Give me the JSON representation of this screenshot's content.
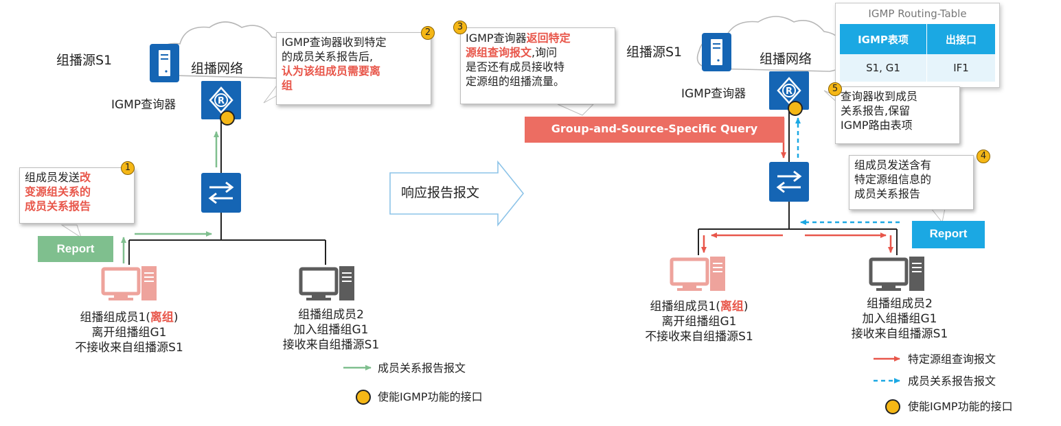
{
  "colors": {
    "green": "#7fbf8e",
    "red": "#e8564a",
    "blue_dashed": "#1ba8e3",
    "device_blue": "#1565b4",
    "interface_yellow": "#f5b716",
    "table_header": "#1ba8e3",
    "table_row": "#e6f4fb"
  },
  "icons": [
    "server-icon",
    "cloud-icon",
    "router-icon",
    "switch-icon",
    "pc-icon",
    "interface-dot-icon",
    "arrow-icon"
  ],
  "left": {
    "source_label": "组播源S1",
    "network_label": "组播网络",
    "querier_label": "IGMP查询器",
    "callout2": {
      "badge": "2",
      "line1": "IGMP查询器收到特定",
      "line2": "的成员关系报告后,",
      "line3_red": "认为该组成员需要离",
      "line4_red": "组"
    },
    "callout1": {
      "badge": "1",
      "line1_plain": "组成员发送",
      "line1_red": "改",
      "line2_red": "变源组关系的",
      "line3_red": "成员关系报告"
    },
    "report_label": "Report",
    "member1": {
      "line1_pre": "组播组成员1(",
      "line1_red": "离组",
      "line1_post": ")",
      "line2": "离开组播组G1",
      "line3": "不接收来自组播源S1"
    },
    "member2": {
      "line1": "组播组成员2",
      "line2": "加入组播组G1",
      "line3": "接收来自组播源S1"
    },
    "legend": [
      {
        "kind": "green-arrow",
        "text": "成员关系报告报文"
      },
      {
        "kind": "yellow-dot",
        "text": "使能IGMP功能的接口"
      }
    ]
  },
  "middle": {
    "arrow_label": "响应报告报文"
  },
  "right": {
    "callout3": {
      "badge": "3",
      "line1_plain": "IGMP查询器",
      "line1_red": "返回特定",
      "line2_red": "源组查询报文",
      "line2_plain": ",询问",
      "line3": "是否还有成员接收特",
      "line4": "定源组的组播流量。"
    },
    "gsq_label": "Group-and-Source-Specific Query",
    "source_label": "组播源S1",
    "network_label": "组播网络",
    "querier_label": "IGMP查询器",
    "routing_table": {
      "title": "IGMP Routing-Table",
      "headers": [
        "IGMP表项",
        "出接口"
      ],
      "row": [
        "S1, G1",
        "IF1"
      ]
    },
    "callout5": {
      "badge": "5",
      "line1": "查询器收到成员",
      "line2": "关系报告,保留",
      "line3": "IGMP路由表项"
    },
    "callout4": {
      "badge": "4",
      "line1": "组成员发送含有",
      "line2": "特定源组信息的",
      "line3": "成员关系报告"
    },
    "report_label": "Report",
    "member1": {
      "line1_pre": "组播组成员1(",
      "line1_red": "离组",
      "line1_post": ")",
      "line2": "离开组播组G1",
      "line3": "不接收来自组播源S1"
    },
    "member2": {
      "line1": "组播组成员2",
      "line2": "加入组播组G1",
      "line3": "接收来自组播源S1"
    },
    "legend": [
      {
        "kind": "red-arrow",
        "text": "特定源组查询报文"
      },
      {
        "kind": "blue-dashed-arrow",
        "text": "成员关系报告报文"
      },
      {
        "kind": "yellow-dot",
        "text": "使能IGMP功能的接口"
      }
    ]
  }
}
